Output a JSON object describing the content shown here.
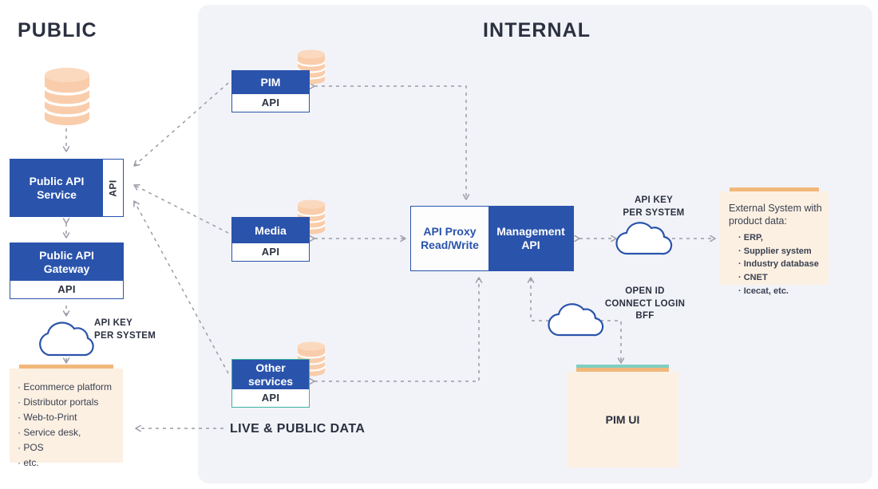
{
  "zones": {
    "public_title": "PUBLIC",
    "internal_title": "INTERNAL"
  },
  "public": {
    "database_icon": "database-cylinder-icon",
    "api_service": {
      "title": "Public API\nService",
      "title_line1": "Public API",
      "title_line2": "Service",
      "side_label": "API"
    },
    "api_gateway": {
      "title_line1": "Public API",
      "title_line2": "Gateway",
      "api_label": "API"
    },
    "api_key_caption_line1": "API KEY",
    "api_key_caption_line2": "PER SYSTEM",
    "cloud_icon": "cloud-icon",
    "consumers": {
      "items": [
        "Ecommerce platform",
        "Distributor portals",
        "Web-to-Print",
        "Service desk,",
        "POS",
        "etc."
      ]
    }
  },
  "internal": {
    "services": [
      {
        "name": "PIM",
        "api_label": "API",
        "border": "blue"
      },
      {
        "name": "Media",
        "api_label": "API",
        "border": "blue"
      },
      {
        "name": "Other services",
        "name_line1": "Other",
        "name_line2": "services",
        "api_label": "API",
        "border": "teal"
      }
    ],
    "core": {
      "left_line1": "API Proxy",
      "left_line2": "Read/Write",
      "right_line1": "Management",
      "right_line2": "API"
    },
    "api_key_caption_line1": "API KEY",
    "api_key_caption_line2": "PER SYSTEM",
    "openid_caption_line1": "OPEN ID",
    "openid_caption_line2": "CONNECT LOGIN",
    "openid_caption_line3": "BFF",
    "external_system": {
      "title_line1": "External System with",
      "title_line2": "product data:",
      "items": [
        "ERP,",
        "Supplier system",
        "Industry database",
        "CNET",
        "Icecat, etc."
      ]
    },
    "pim_ui": {
      "label": "PIM UI"
    }
  },
  "labels": {
    "live_public_data": "LIVE & PUBLIC DATA"
  },
  "colors": {
    "brand_blue": "#2a53ac",
    "teal": "#3bb3a1",
    "cream": "#fcf0e2",
    "orange_bar": "#f2b77a",
    "peach_cylinder": "#f9cdab",
    "panel_bg": "#f2f3f8",
    "text_dark": "#2b3040",
    "wire_gray": "#9a9ca6"
  }
}
